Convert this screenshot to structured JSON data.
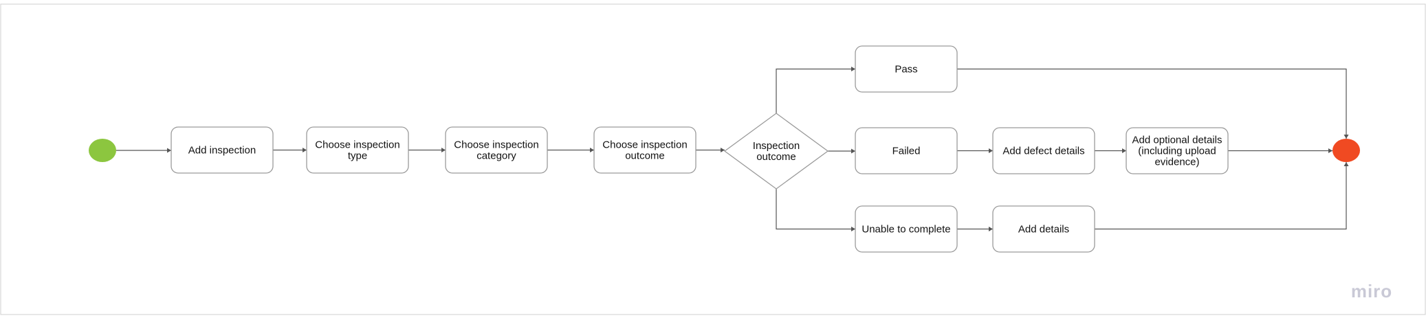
{
  "brand": {
    "name": "miro"
  },
  "colors": {
    "start_node": "#8cc63f",
    "end_node": "#f04a22"
  },
  "nodes": {
    "start": {
      "kind": "start"
    },
    "add_inspection": {
      "lines": [
        "Add inspection"
      ]
    },
    "choose_type": {
      "lines": [
        "Choose inspection",
        "type"
      ]
    },
    "choose_category": {
      "lines": [
        "Choose inspection",
        "category"
      ]
    },
    "choose_outcome": {
      "lines": [
        "Choose inspection",
        "outcome"
      ]
    },
    "decision": {
      "lines": [
        "Inspection",
        "outcome"
      ]
    },
    "pass": {
      "lines": [
        "Pass"
      ]
    },
    "failed": {
      "lines": [
        "Failed"
      ]
    },
    "unable": {
      "lines": [
        "Unable to complete"
      ]
    },
    "add_defect": {
      "lines": [
        "Add defect details"
      ]
    },
    "add_optional": {
      "lines": [
        "Add optional details",
        "(including upload",
        "evidence)"
      ]
    },
    "add_details": {
      "lines": [
        "Add details"
      ]
    },
    "end": {
      "kind": "end"
    }
  },
  "edges": [
    [
      "start",
      "add_inspection"
    ],
    [
      "add_inspection",
      "choose_type"
    ],
    [
      "choose_type",
      "choose_category"
    ],
    [
      "choose_category",
      "choose_outcome"
    ],
    [
      "choose_outcome",
      "decision"
    ],
    [
      "decision",
      "pass"
    ],
    [
      "decision",
      "failed"
    ],
    [
      "decision",
      "unable"
    ],
    [
      "failed",
      "add_defect"
    ],
    [
      "add_defect",
      "add_optional"
    ],
    [
      "unable",
      "add_details"
    ],
    [
      "pass",
      "end"
    ],
    [
      "add_optional",
      "end"
    ],
    [
      "add_details",
      "end"
    ]
  ]
}
